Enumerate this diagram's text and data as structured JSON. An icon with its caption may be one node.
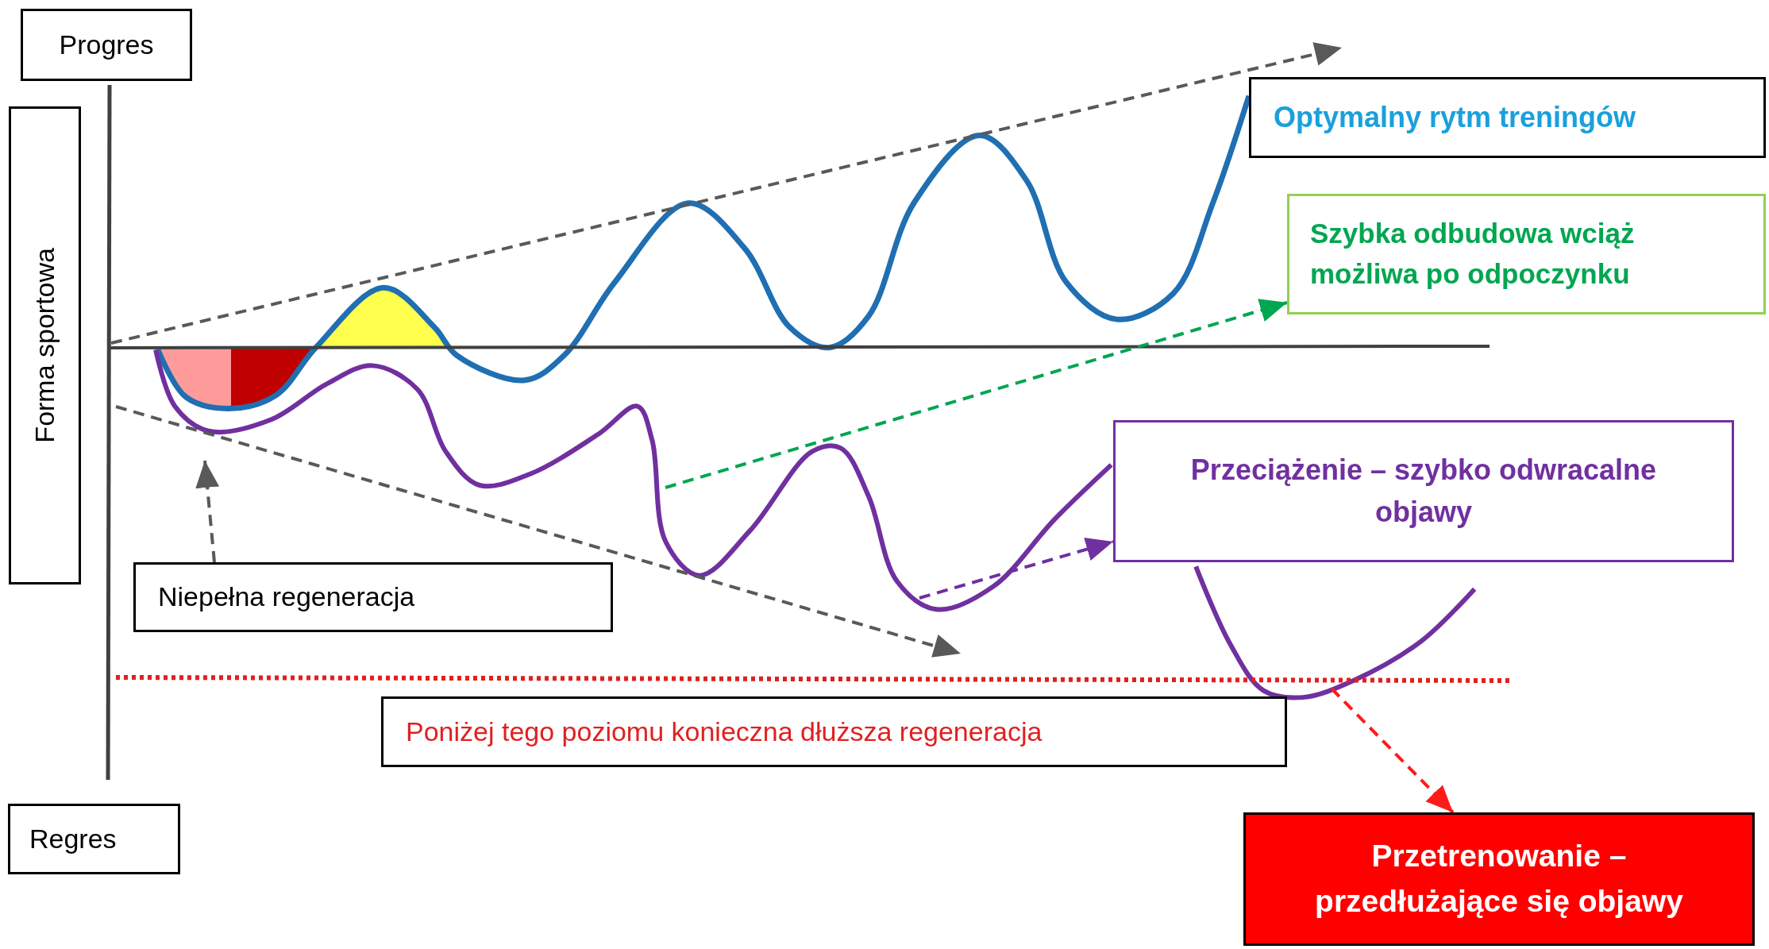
{
  "diagram": {
    "nodes": [
      {
        "text": [
          "Progres"
        ]
      },
      {
        "text": [
          "Forma sportowa"
        ]
      },
      {
        "text": [
          "Optymalny rytm treningów"
        ]
      },
      {
        "text": [
          "Szybka odbudowa wciąż możliwa po odpoczynku"
        ]
      },
      {
        "text": [
          "Niepełna regeneracja"
        ]
      },
      {
        "text": [
          "Przeciążenie – szybko odwracalne objawy"
        ]
      },
      {
        "text": [
          "Poniżej tego poziomu konieczna dłuższa regeneracja"
        ]
      },
      {
        "text": [
          "Regres"
        ]
      },
      {
        "text": [
          "Przetrenowanie – przedłużające się objawy"
        ]
      }
    ],
    "edges": [
      {
        "from": 4,
        "to": null,
        "arrow": "to",
        "style": "dashed",
        "color": "#595959"
      },
      {
        "from": null,
        "to": 3,
        "arrow": "to",
        "style": "dashed",
        "color": "#00a650"
      },
      {
        "from": null,
        "to": 5,
        "arrow": "to",
        "style": "dashed",
        "color": "#7030a0"
      },
      {
        "from": null,
        "to": 8,
        "arrow": "to",
        "style": "dashed",
        "color": "#ff1a1a"
      }
    ]
  }
}
